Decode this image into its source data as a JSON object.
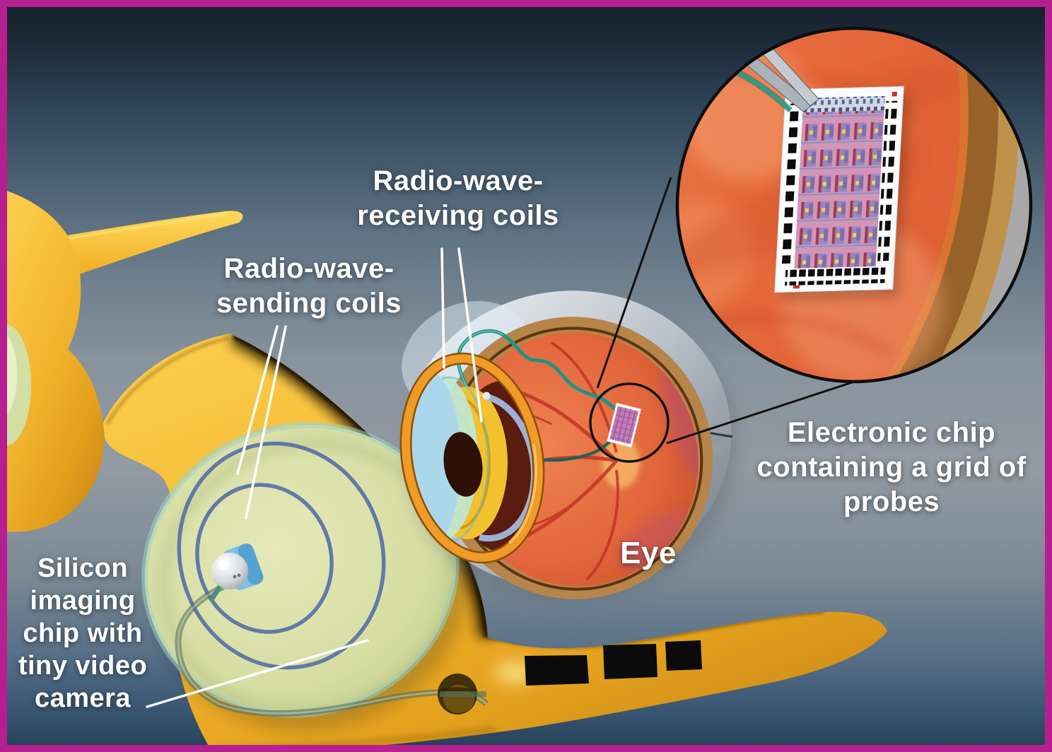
{
  "figure": {
    "type": "medical-illustration",
    "subject": "Retinal prosthesis system: camera eyeglasses transmitting to an electronic chip implanted on the retina"
  },
  "labels": {
    "receiving_coils": "Radio-wave-\nreceiving coils",
    "sending_coils": "Radio-wave-\nsending coils",
    "electronic_chip": "Electronic chip\ncontaining a grid of\nprobes",
    "eye": "Eye",
    "silicon_chip": "Silicon\nimaging\nchip with\ntiny video\ncamera"
  },
  "palette": {
    "border": "#b4208f",
    "background_top": "#151f2a",
    "background_mid": "#929aa2",
    "background_bottom": "#263f54",
    "glasses_yellow": "#f2b42d",
    "lens_green": "#d5dda2",
    "coil_blue": "#5b74a6",
    "receiving_ring_orange": "#f09a28",
    "retina_orange": "#e2673c",
    "wire_teal": "#23988a",
    "chip_pink": "#d295b5",
    "label_text": "#ffffff",
    "callout_line": "#111111"
  }
}
